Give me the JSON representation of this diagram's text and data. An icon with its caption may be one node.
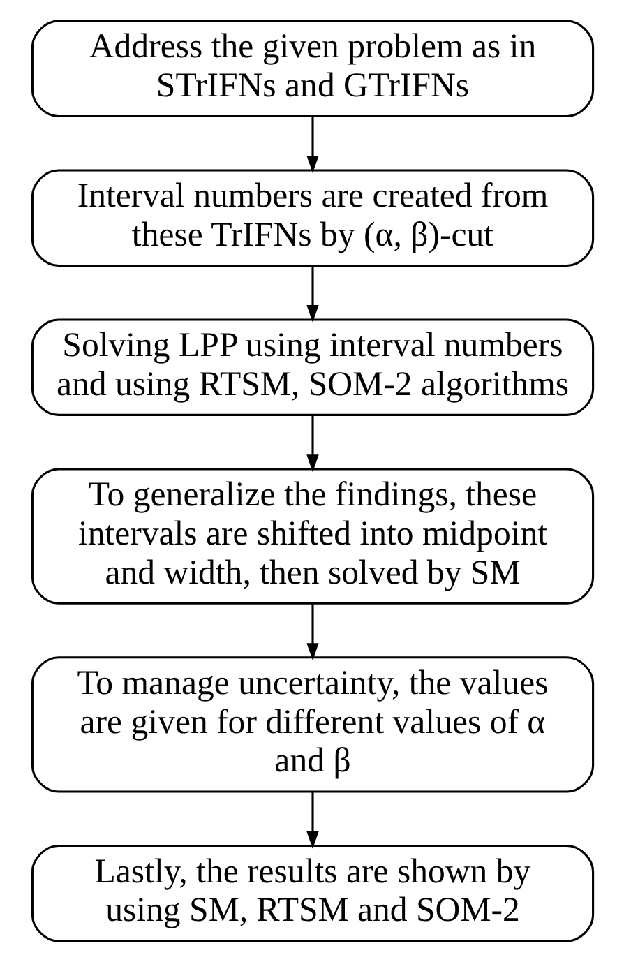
{
  "diagram": {
    "nodes": [
      {
        "text": [
          "Address the given problem as in STrIFNs and GTrIFNs"
        ]
      },
      {
        "text": [
          "Interval numbers are created from these TrIFNs by (α, β)-cut"
        ]
      },
      {
        "text": [
          "Solving LPP using interval numbers and using RTSM, SOM-2 algorithms"
        ]
      },
      {
        "text": [
          "To generalize the findings, these intervals are shifted into midpoint and width, then solved by SM"
        ]
      },
      {
        "text": [
          "To manage uncertainty, the values are given for different values of α and β"
        ]
      },
      {
        "text": [
          "Lastly, the results are shown by using SM, RTSM and SOM-2"
        ]
      }
    ],
    "edges": [
      {
        "from": 0,
        "to": 1,
        "arrow": "to"
      },
      {
        "from": 1,
        "to": 2,
        "arrow": "to"
      },
      {
        "from": 2,
        "to": 3,
        "arrow": "to"
      },
      {
        "from": 3,
        "to": 4,
        "arrow": "to"
      },
      {
        "from": 4,
        "to": 5,
        "arrow": "to"
      }
    ]
  }
}
